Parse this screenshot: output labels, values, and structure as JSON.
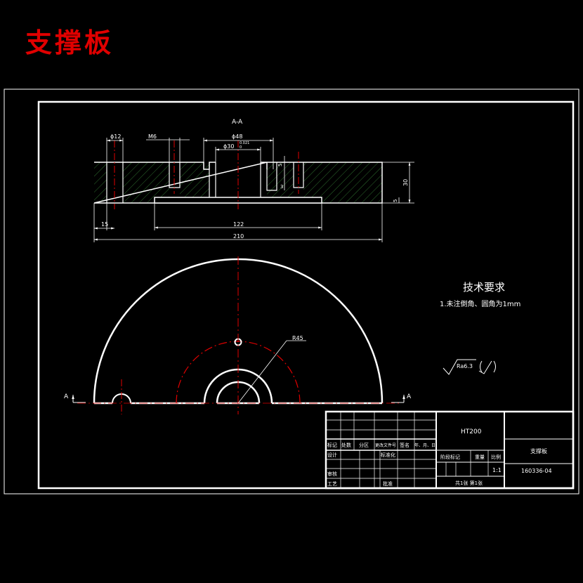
{
  "title": "支撑板",
  "section_label": "A-A",
  "section_marker": "A",
  "dims": {
    "d12": "ϕ12",
    "m6": "M6",
    "d48": "ϕ48",
    "d30": "ϕ30",
    "d30_tol": "0.021",
    "d30_tol_low": "0",
    "v5_top": "5",
    "v3": "3",
    "v30": "30",
    "v5_right": "5",
    "h15": "15",
    "h122": "122",
    "h210": "210",
    "r45": "R45"
  },
  "tech_req": {
    "heading": "技术要求",
    "line1": "1.未注倒角、圆角为1mm"
  },
  "roughness": {
    "value": "Ra6.3",
    "other": "(√)"
  },
  "title_block": {
    "material": "HT200",
    "part_name": "支撑板",
    "drawing_no": "160336-04",
    "row_labels": [
      "标记",
      "处数",
      "分区",
      "更改文件号",
      "签名",
      "年、月、日"
    ],
    "design": "设计",
    "standardize": "标准化",
    "review": "审核",
    "process": "工艺",
    "approve": "批准",
    "stage_mark": "阶段标记",
    "weight": "重量",
    "scale_label": "比例",
    "scale": "1:1",
    "sheets": "共1张 第1张"
  }
}
